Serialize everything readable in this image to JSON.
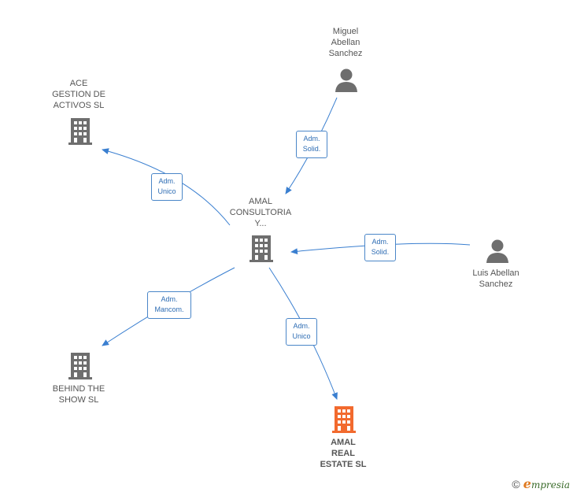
{
  "colors": {
    "edge": "#3a7fd0",
    "building": "#6e6e6e",
    "target": "#f26a2e",
    "person": "#6e6e6e"
  },
  "nodes": {
    "miguel": {
      "label": "Miguel\nAbellan\nSanchez",
      "icon": "person-icon"
    },
    "ace": {
      "label": "ACE\nGESTION DE\nACTIVOS SL",
      "icon": "building-icon"
    },
    "amal_consultoria": {
      "label": "AMAL\nCONSULTORIA\nY...",
      "icon": "building-icon"
    },
    "luis": {
      "label": "Luis Abellan\nSanchez",
      "icon": "person-icon"
    },
    "behind": {
      "label": "BEHIND THE\nSHOW  SL",
      "icon": "building-icon"
    },
    "amal_real": {
      "label": "AMAL\nREAL\nESTATE  SL",
      "icon": "building-icon"
    }
  },
  "edges": {
    "miguel_amal": "Adm.\nSolid.",
    "amal_ace": "Adm.\nUnico",
    "luis_amal": "Adm.\nSolid.",
    "amal_behind": "Adm.\nMancom.",
    "amal_real": "Adm.\nUnico"
  },
  "brand": {
    "copyright": "©",
    "e": "e",
    "rest": "mpresia"
  }
}
